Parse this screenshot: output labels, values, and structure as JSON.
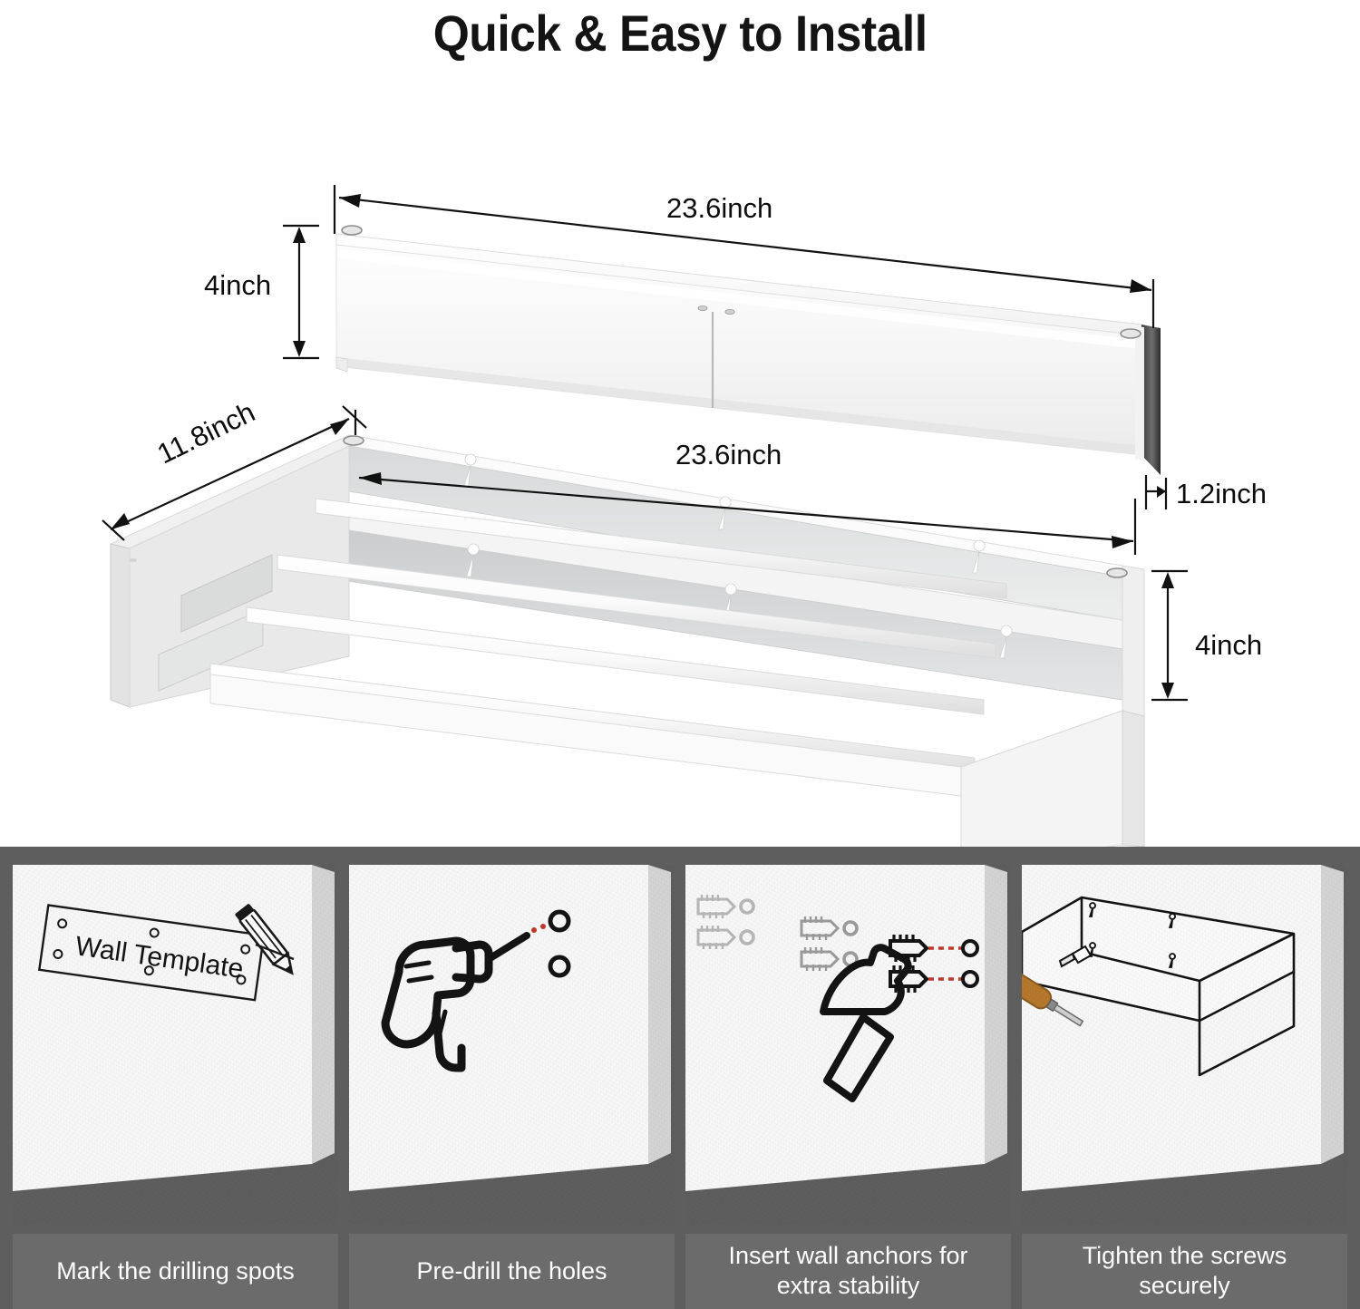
{
  "header": {
    "title": "Quick & Easy to Install"
  },
  "product_diagram": {
    "dimensions": {
      "top_bar_length": "23.6inch",
      "top_bar_height": "4inch",
      "top_bar_thickness": "1.2inch",
      "shelf_depth": "11.8inch",
      "shelf_length": "23.6inch",
      "shelf_height": "4inch"
    }
  },
  "install_steps": [
    {
      "index": "1",
      "caption": "Mark the drilling spots",
      "icon": "wall-template-pencil-icon",
      "template_label": "Wall Template"
    },
    {
      "index": "2",
      "caption": "Pre-drill the holes",
      "icon": "power-drill-icon"
    },
    {
      "index": "3",
      "caption_line1": "Insert wall anchors for",
      "caption_line2": "extra stability",
      "icon": "hammer-anchors-icon"
    },
    {
      "index": "4",
      "caption_line1": "Tighten the screws",
      "caption_line2": "securely",
      "icon": "screwdriver-bracket-icon"
    }
  ],
  "colors": {
    "background": "#ffffff",
    "steps_background": "#5e5e5e",
    "caption_background": "#6b6b6b",
    "caption_text": "#ffffff",
    "title_text": "#141414",
    "dimension_text": "#0d0d0d",
    "wall_face": "#f7f7f7",
    "wall_side": "#d4d4d4",
    "accent_red": "#c0392b",
    "screwdriver_handle": "#b5782c"
  }
}
